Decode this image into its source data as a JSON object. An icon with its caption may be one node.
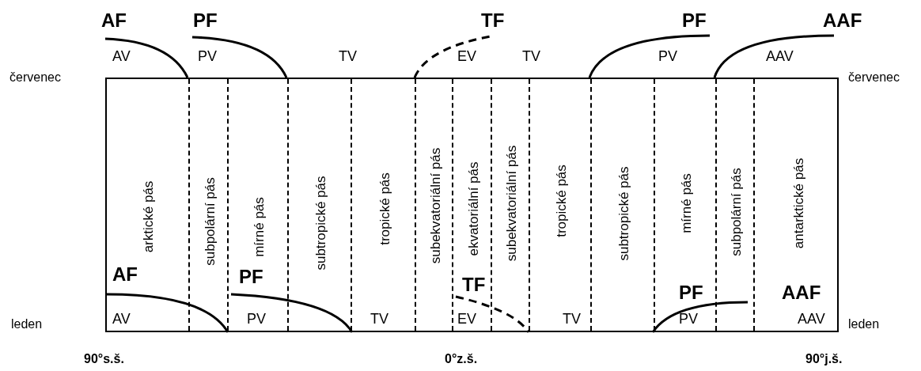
{
  "diagram": {
    "nodes": [
      {
        "text": [],
        "shape": "box"
      },
      {
        "text": [
          "arktické pás"
        ],
        "in": 0
      },
      {
        "text": [
          "subpolární pás"
        ],
        "in": 0
      },
      {
        "text": [
          "mírné pás"
        ],
        "in": 0
      },
      {
        "text": [
          "subtropické pás"
        ],
        "in": 0
      },
      {
        "text": [
          "tropické pás"
        ],
        "in": 0
      },
      {
        "text": [
          "subekvatoriální pás"
        ],
        "in": 0
      },
      {
        "text": [
          "ekvatoriální pás"
        ],
        "in": 0
      },
      {
        "text": [
          "subekvatoriální pás"
        ],
        "in": 0
      },
      {
        "text": [
          "tropické pás"
        ],
        "in": 0
      },
      {
        "text": [
          "subtropické pás"
        ],
        "in": 0
      },
      {
        "text": [
          "mírné pás"
        ],
        "in": 0
      },
      {
        "text": [
          "subpolární pás"
        ],
        "in": 0
      },
      {
        "text": [
          "antarktické pás"
        ],
        "in": 0
      }
    ],
    "labels": [
      "AF",
      "PF",
      "TF",
      "PF",
      "AAF",
      "AV",
      "PV",
      "TV",
      "EV",
      "TV",
      "PV",
      "AAV",
      "červenec",
      "červenec",
      "AF",
      "PF",
      "TF",
      "PF",
      "AAF",
      "leden",
      "AV",
      "PV",
      "TV",
      "EV",
      "TV",
      "PV",
      "AAV",
      "leden",
      "90°s.š.",
      "0°z.š.",
      "90°j.š."
    ]
  }
}
